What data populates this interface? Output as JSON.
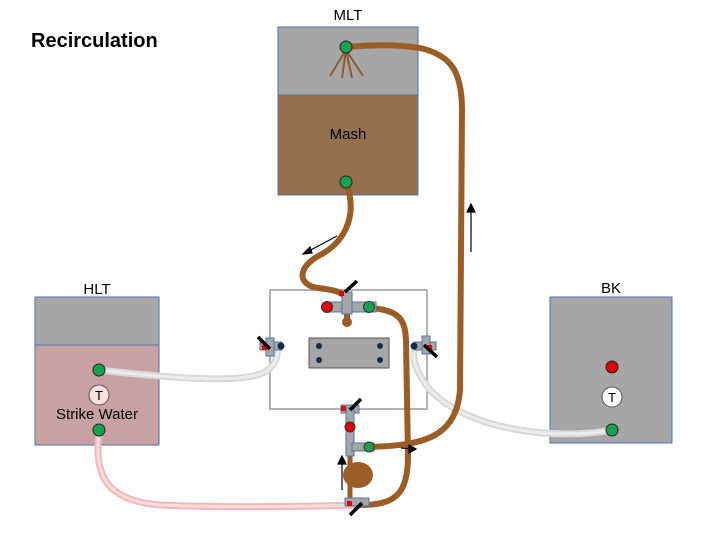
{
  "title": "Recirculation",
  "vessels": {
    "mlt": {
      "label": "MLT",
      "contents": "Mash"
    },
    "hlt": {
      "label": "HLT",
      "contents": "Strike Water",
      "temp_symbol": "T"
    },
    "bk": {
      "label": "BK",
      "temp_symbol": "T"
    }
  },
  "colors": {
    "wort_line": "#9b5d27",
    "water_line": "#f4b7b7",
    "return_line": "#d8d8d8",
    "vessel_gray": "#a6a6a6",
    "mash": "#94704f",
    "hlt_water": "#c8a2a2",
    "port_green": "#1aa050",
    "valve_red": "#e00000"
  }
}
